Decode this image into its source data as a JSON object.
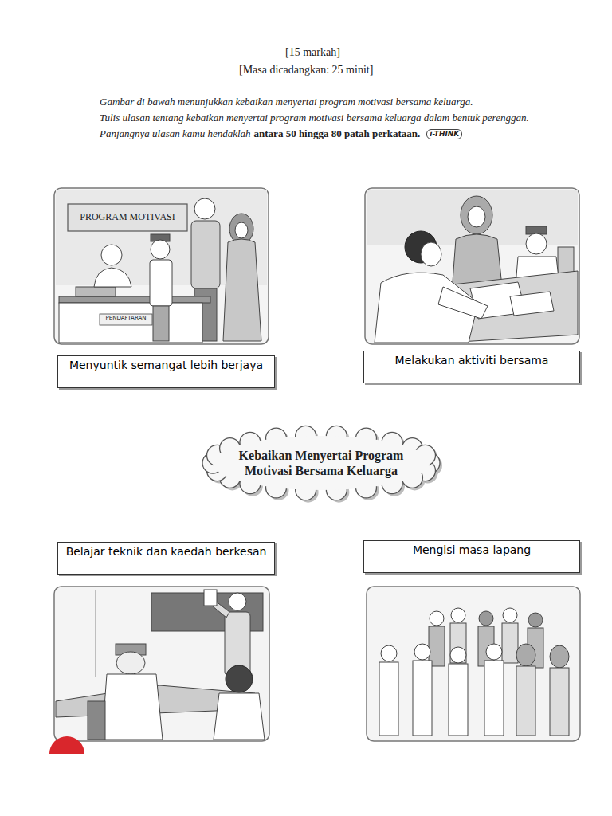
{
  "diagram": {
    "nodes": [
      {
        "text": [
          "Menyuntik semangat lebih berjaya"
        ]
      },
      {
        "text": [
          "Melakukan aktiviti bersama"
        ]
      },
      {
        "text": [
          "Kebaikan Menyertai Program Motivasi Bersama Keluarga"
        ]
      },
      {
        "text": [
          "Belajar teknik dan kaedah berkesan"
        ]
      },
      {
        "text": [
          "Mengisi masa lapang"
        ]
      }
    ],
    "edges": [
      {
        "from": 2,
        "to": 0,
        "arrow": "none"
      },
      {
        "from": 2,
        "to": 1,
        "arrow": "none"
      },
      {
        "from": 2,
        "to": 3,
        "arrow": "none"
      },
      {
        "from": 2,
        "to": 4,
        "arrow": "none"
      }
    ],
    "labels": [
      "[15 markah]",
      "[Masa dicadangkan: 25 minit]",
      "Gambar di bawah menunjukkan kebaikan menyertai program motivasi bersama keluarga.",
      "Tulis ulasan tentang kebaikan menyertai program motivasi bersama keluarga dalam bentuk perenggan.",
      "Panjangnya ulasan kamu hendaklah",
      "antara 50 hingga 80 patah perkataan.",
      "i-THINK",
      "PROGRAM MOTIVASI",
      "PENDAFTARAN"
    ]
  }
}
